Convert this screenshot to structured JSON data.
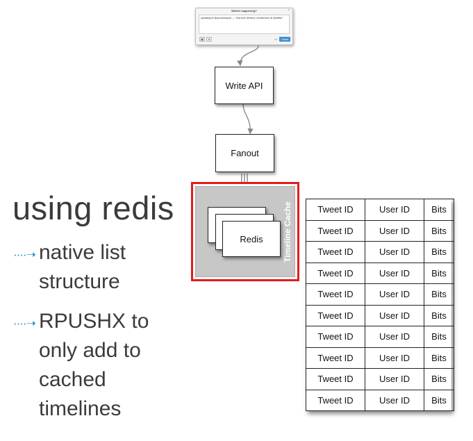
{
  "dialog": {
    "title": "What's happening?",
    "close": "×",
    "text": "speaking at @qconnewyork — \"real-time delivery: architecture at @twitter\"",
    "count": "66",
    "tweet_button": "Tweet",
    "camera_icon": "camera-icon",
    "location_icon": "location-icon"
  },
  "flow": {
    "write_api": "Write API",
    "fanout": "Fanout",
    "redis": "Redis",
    "cache_label": "Timeline Cache"
  },
  "colors": {
    "highlight": "#e31b1b",
    "cache_fill": "#c7c7c7",
    "bullet": "#1b8fc9",
    "text": "#3b3b3b",
    "tweet_button": "#3a8fd6"
  },
  "slide": {
    "heading": "using redis",
    "bullet_glyph": "····➝",
    "bullets": [
      {
        "lines": [
          "native list",
          "structure"
        ]
      },
      {
        "lines": [
          "RPUSHX to",
          "only add to",
          "cached",
          "timelines"
        ]
      }
    ]
  },
  "table": {
    "rows": [
      [
        "Tweet ID",
        "User ID",
        "Bits"
      ],
      [
        "Tweet ID",
        "User ID",
        "Bits"
      ],
      [
        "Tweet ID",
        "User ID",
        "Bits"
      ],
      [
        "Tweet ID",
        "User ID",
        "Bits"
      ],
      [
        "Tweet ID",
        "User ID",
        "Bits"
      ],
      [
        "Tweet ID",
        "User ID",
        "Bits"
      ],
      [
        "Tweet ID",
        "User ID",
        "Bits"
      ],
      [
        "Tweet ID",
        "User ID",
        "Bits"
      ],
      [
        "Tweet ID",
        "User ID",
        "Bits"
      ],
      [
        "Tweet ID",
        "User ID",
        "Bits"
      ]
    ]
  }
}
